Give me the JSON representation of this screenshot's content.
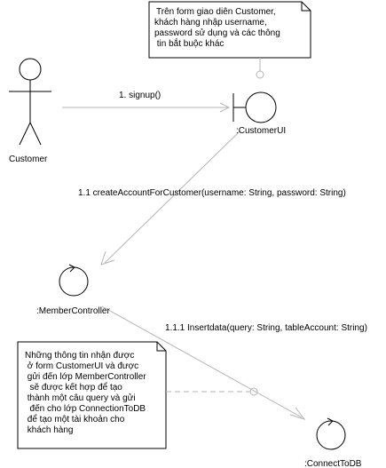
{
  "diagram": {
    "actor": {
      "label": "Customer"
    },
    "boundary": {
      "label": ":CustomerUI"
    },
    "controller": {
      "label": ":MemberController"
    },
    "entity": {
      "label": ":ConnectToDB"
    },
    "messages": [
      {
        "label": "1. signup()"
      },
      {
        "label": "1.1 createAccountForCustomer(username: String, password: String)"
      },
      {
        "label": "1.1.1 Insertdata(query: String, tableAccount: String)"
      }
    ],
    "notes": [
      {
        "lines": [
          "Trên form giao diên Customer,",
          "khách hàng nhập username,",
          "password sử dụng và các thông",
          " tin bắt buộc khác"
        ]
      },
      {
        "lines": [
          "Những thông tin nhận được",
          " ở form CustomerUI và được",
          " gửi đến lớp MemberController",
          "  sẽ được kết hợp để tạo",
          " thành một câu query và gửi",
          "  đến cho lớp ConnectionToDB",
          " để tạo một tài khoản cho",
          " khách hàng"
        ]
      }
    ],
    "colors": {
      "line": "#000000",
      "connector": "#b4b4b4",
      "note_fill": "#ffffff"
    }
  }
}
